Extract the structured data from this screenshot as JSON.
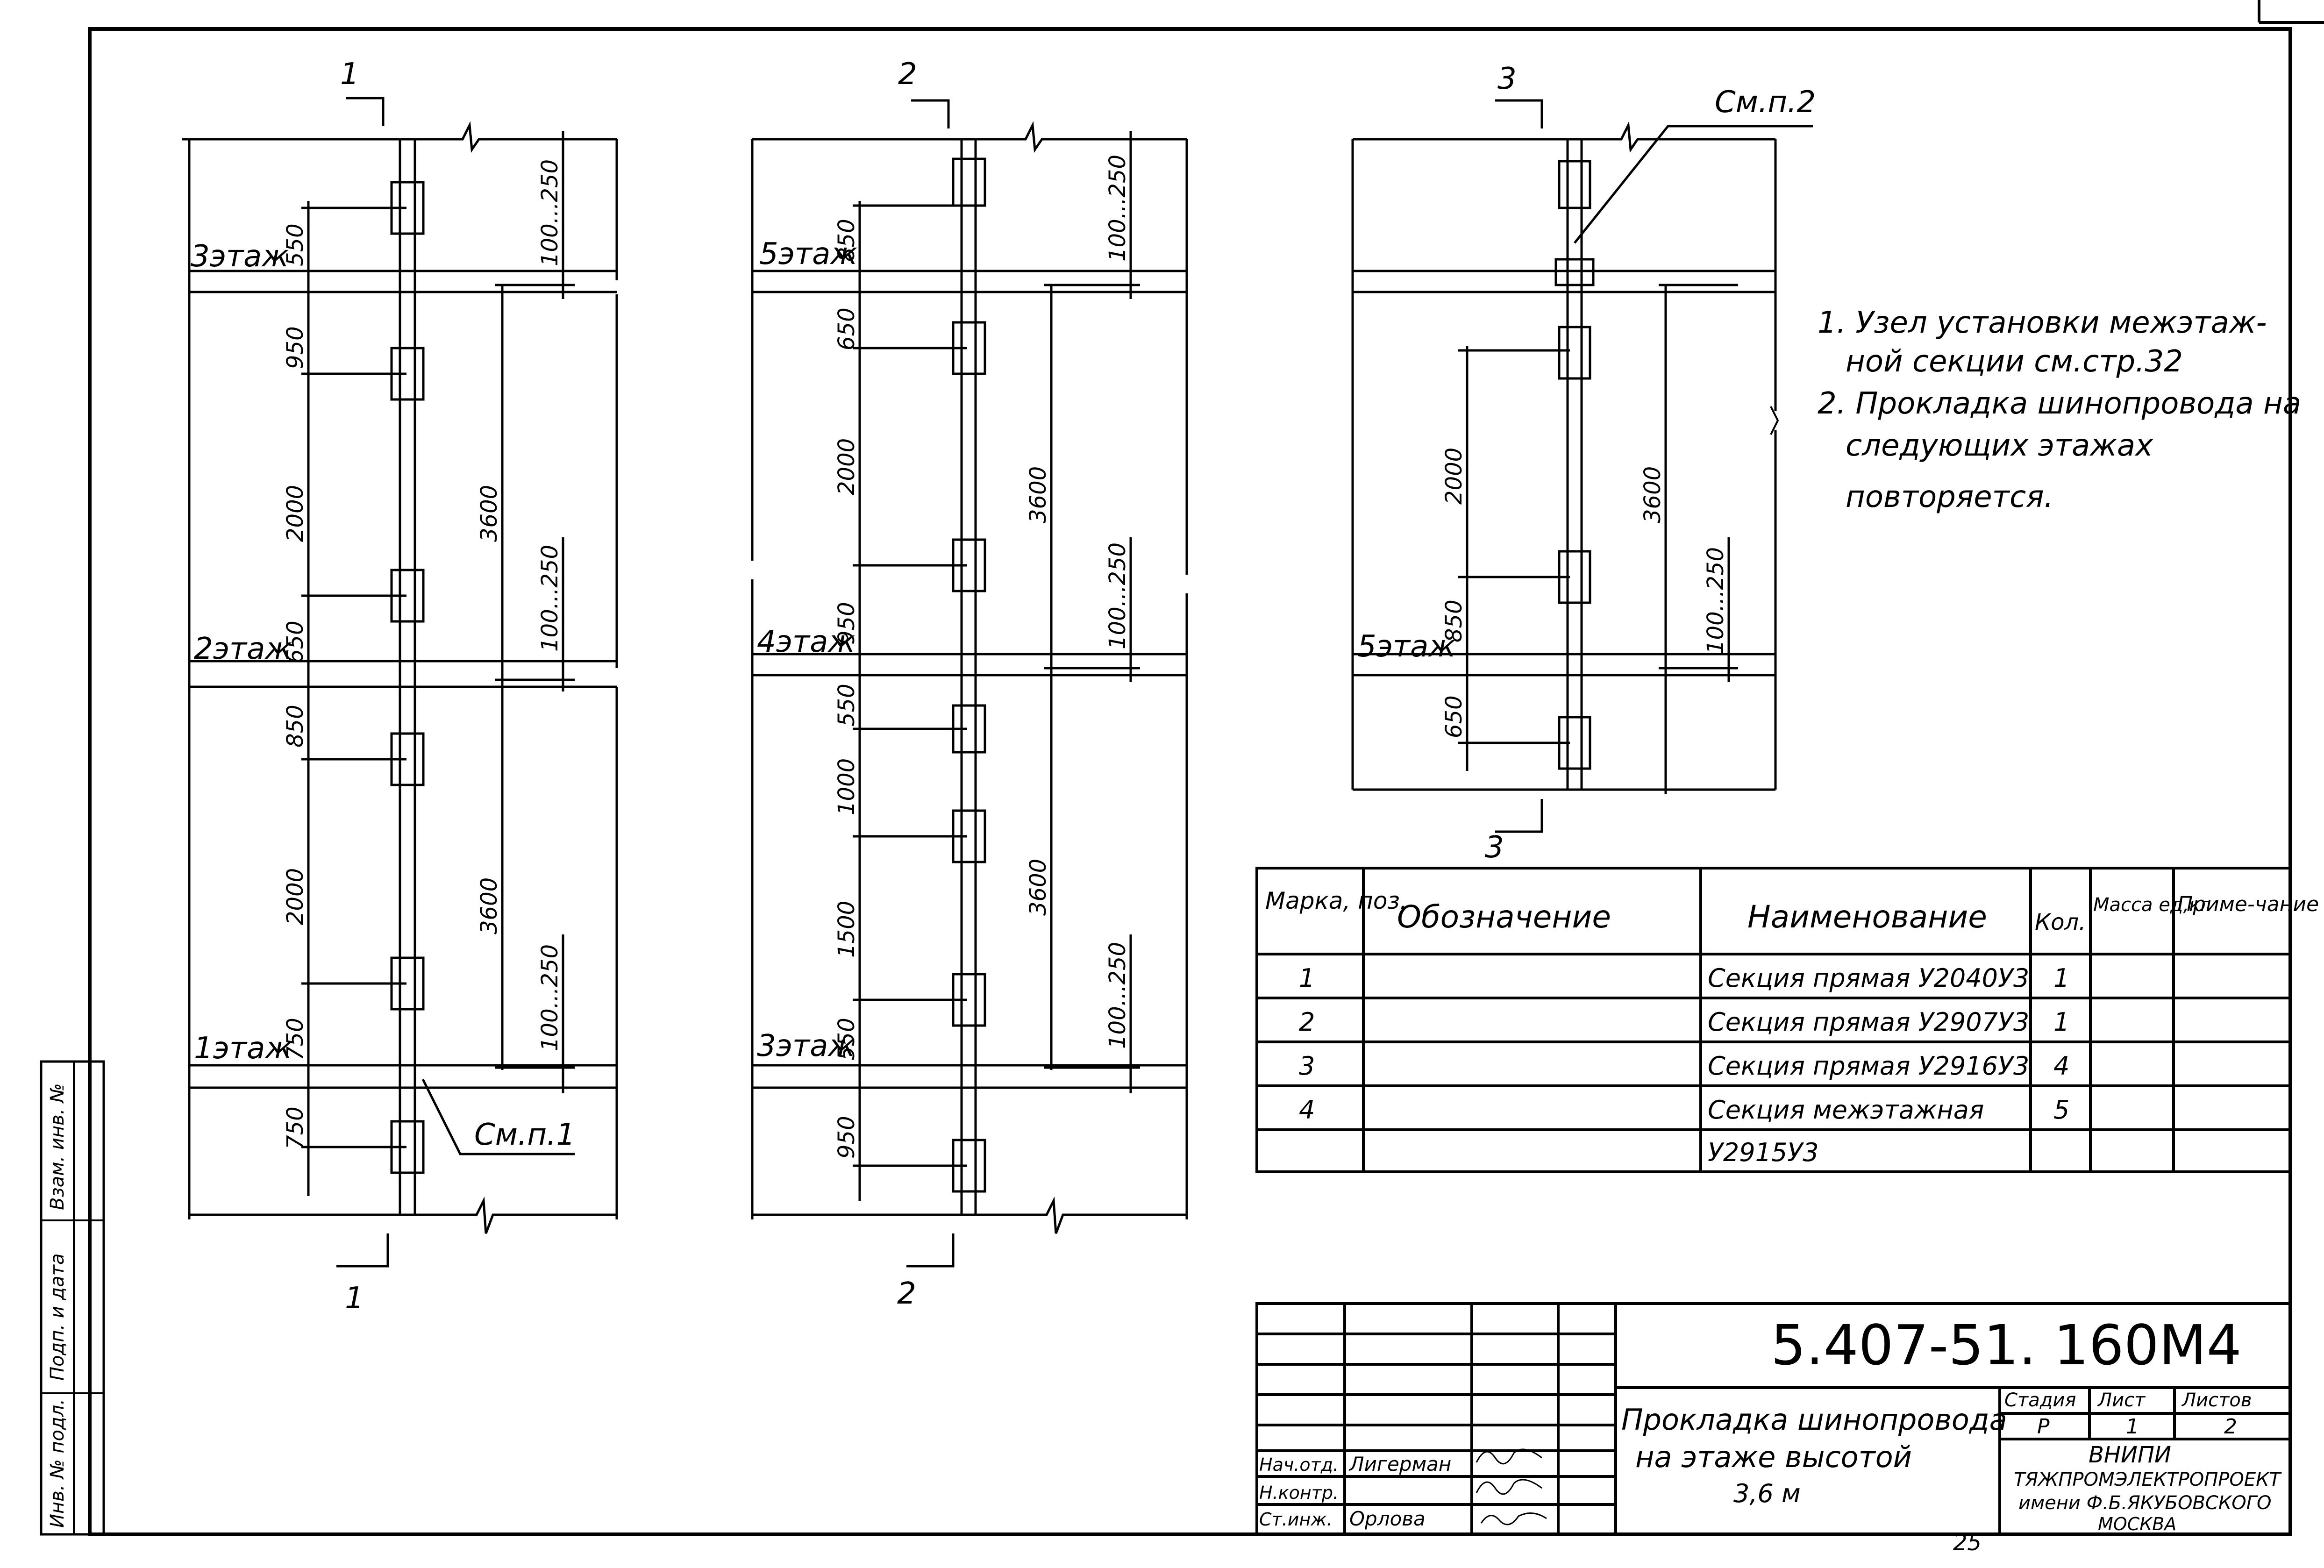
{
  "drawing": {
    "code": "5.407-51. 160М4",
    "title_lines": [
      "Прокладка шинопровода",
      "на этаже высотой",
      "3,6 м"
    ],
    "page_number": "25",
    "stage_headers": [
      "Стадия",
      "Лист",
      "Листов"
    ],
    "stage_values": [
      "Р",
      "1",
      "2"
    ],
    "org_lines": [
      "ВНИПИ",
      "ТЯЖПРОМЭЛЕКТРОПРОЕКТ",
      "имени Ф.Б.ЯКУБОВСКОГО",
      "МОСКВА"
    ],
    "signatures": [
      {
        "role": "Нач.отд.",
        "name": "Лигерман"
      },
      {
        "role": "Н.контр.",
        "name": ""
      },
      {
        "role": "Ст.инж.",
        "name": "Орлова"
      }
    ],
    "side_stamp": [
      "Инв. № подл.",
      "Подп. и дата",
      "Взам. инв. №"
    ]
  },
  "notes": [
    "1. Узел установки межэтаж-",
    "ной секции см.стр.32",
    "2. Прокладка шинопровода на",
    "следующих   этажах",
    "повторяется."
  ],
  "views": {
    "v1": {
      "marker": "1",
      "floors": [
        "3этаж",
        "2этаж",
        "1этаж"
      ],
      "dims_left": [
        "550",
        "950",
        "2000",
        "650",
        "850",
        "2000",
        "750",
        "750"
      ],
      "dims_mid": [
        "3600",
        "3600"
      ],
      "dims_right": [
        "100...250",
        "100...250",
        "100...250"
      ],
      "callout": "См.п.1"
    },
    "v2": {
      "marker": "2",
      "floors": [
        "5этаж",
        "4этаж",
        "3этаж"
      ],
      "dims_left": [
        "850",
        "650",
        "2000",
        "950",
        "550",
        "1000",
        "1500",
        "550",
        "950"
      ],
      "dims_mid": [
        "3600",
        "3600"
      ],
      "dims_right": [
        "100...250",
        "100...250",
        "100...250"
      ]
    },
    "v3": {
      "marker": "3",
      "floors": [
        "5этаж"
      ],
      "dims_left": [
        "2000",
        "850",
        "650"
      ],
      "dims_mid": [
        "3600"
      ],
      "dims_right": [
        "100...250"
      ],
      "callout": "См.п.2"
    }
  },
  "spec_table": {
    "headers": [
      "Марка, поз.",
      "Обозначение",
      "Наименование",
      "Кол.",
      "Масса ед,кг",
      "Приме-чание"
    ],
    "rows": [
      {
        "pos": "1",
        "designation": "",
        "name": "Секция прямая У2040У3",
        "qty": "1"
      },
      {
        "pos": "2",
        "designation": "",
        "name": "Секция прямая У2907У3",
        "qty": "1"
      },
      {
        "pos": "3",
        "designation": "",
        "name": "Секция прямая У2916У3",
        "qty": "4"
      },
      {
        "pos": "4",
        "designation": "",
        "name": "Секция межэтажная",
        "qty": "5"
      },
      {
        "pos": "",
        "designation": "",
        "name": "У2915У3",
        "qty": ""
      }
    ]
  }
}
